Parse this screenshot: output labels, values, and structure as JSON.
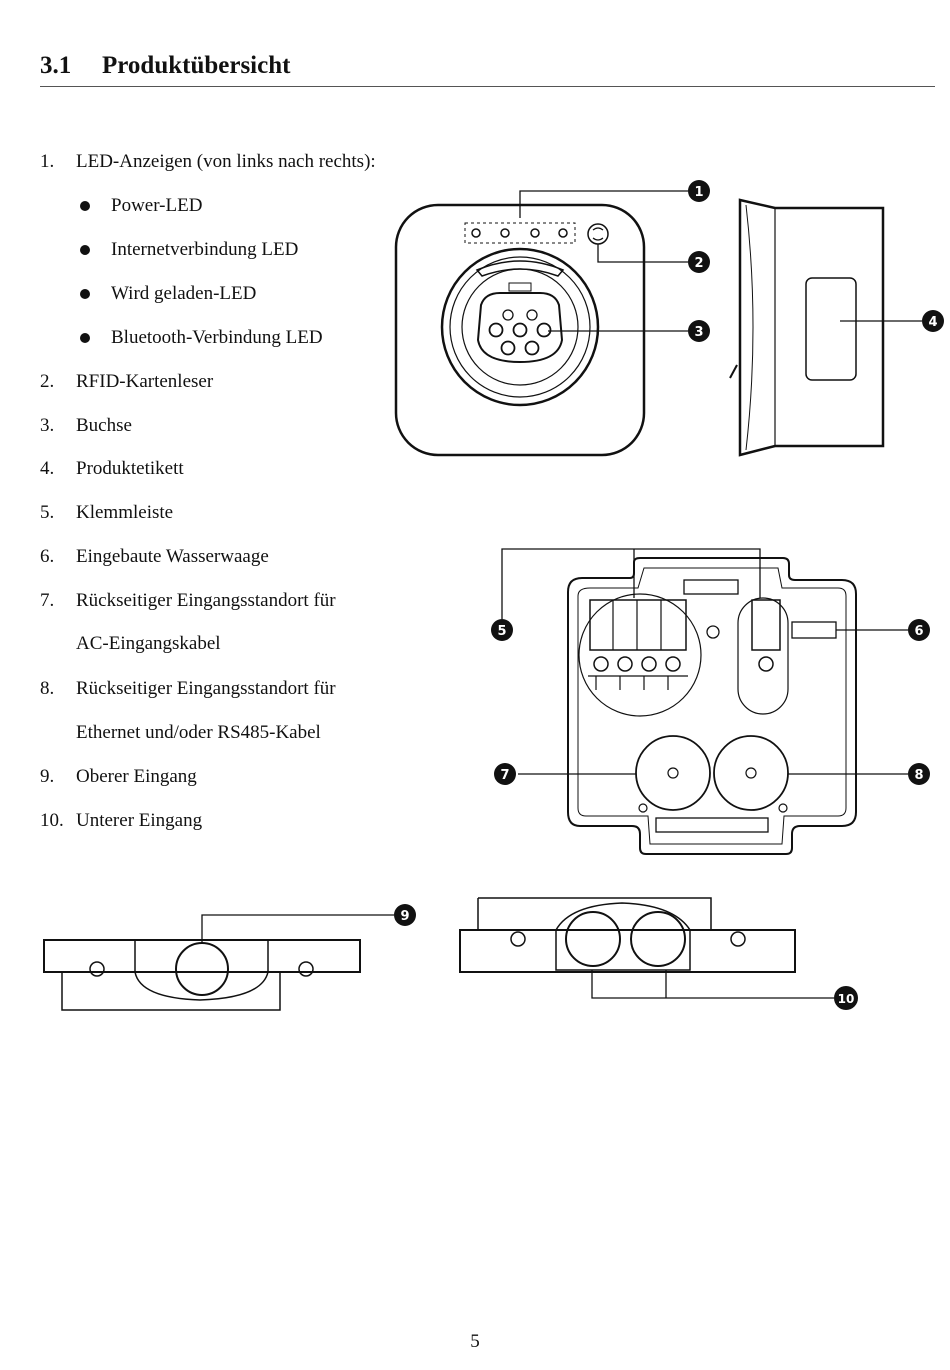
{
  "section": {
    "number": "3.1",
    "title": "Produktübersicht"
  },
  "items": [
    {
      "num": "1.",
      "text": "LED-Anzeigen (von links nach rechts):"
    },
    {
      "num": "2.",
      "text": "RFID-Kartenleser"
    },
    {
      "num": "3.",
      "text": "Buchse"
    },
    {
      "num": "4.",
      "text": "Produktetikett"
    },
    {
      "num": "5.",
      "text": "Klemmleiste"
    },
    {
      "num": "6.",
      "text": "Eingebaute Wasserwaage"
    },
    {
      "num": "7.",
      "text": "Rückseitiger Eingangsstandort für"
    },
    {
      "num": "",
      "text": "AC-Eingangskabel"
    },
    {
      "num": "8.",
      "text": "Rückseitiger Eingangsstandort für"
    },
    {
      "num": "",
      "text": "Ethernet und/oder RS485-Kabel"
    },
    {
      "num": "9.",
      "text": "Oberer Eingang"
    },
    {
      "num": "10.",
      "text": "Unterer Eingang"
    }
  ],
  "led_bullets": [
    "Power-LED",
    "Internetverbindung LED",
    "Wird geladen-LED",
    "Bluetooth-Verbindung LED"
  ],
  "callouts": [
    "1",
    "2",
    "3",
    "4",
    "5",
    "6",
    "7",
    "8",
    "9",
    "10"
  ],
  "page_number": "5"
}
